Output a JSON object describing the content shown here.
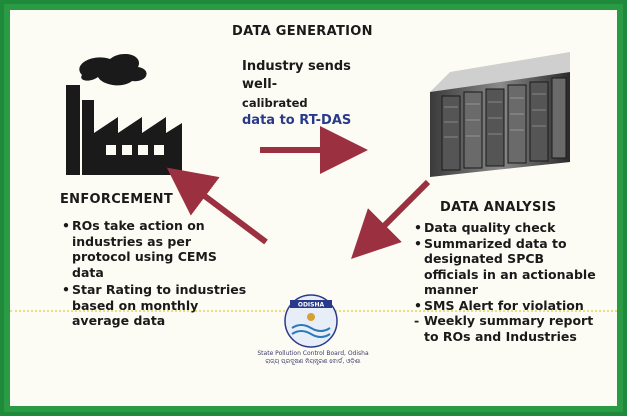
{
  "sections": {
    "top": {
      "title": "DATA GENERATION",
      "lines": [
        "Industry sends",
        "well-",
        "calibrated",
        "data to RT-DAS"
      ]
    },
    "left": {
      "title": "ENFORCEMENT",
      "items": [
        "ROs take action on industries as per protocol using CEMS data",
        "Star Rating to industries based on monthly average data"
      ]
    },
    "right": {
      "title": "DATA ANALYSIS",
      "items": [
        "Data quality check",
        "Summarized data to designated SPCB officials in an actionable manner",
        "SMS Alert for violation",
        "Weekly summary report to ROs and Industries"
      ]
    }
  },
  "logo": {
    "name": "ODISHA",
    "caption": [
      "State Pollution Control Board, Odisha",
      "ରାଜ୍ୟ ପ୍ରଦୂଷଣ ନିୟନ୍ତ୍ରଣ ବୋର୍ଡ, ଓଡ଼ିଶା"
    ]
  },
  "colors": {
    "border": "#1e8a3a",
    "arrow": "#9a3040",
    "background": "#fdfcf4",
    "highlight_text": "#2a3a8a"
  },
  "icons": [
    "factory-icon",
    "server-rack-icon",
    "odisha-logo"
  ]
}
